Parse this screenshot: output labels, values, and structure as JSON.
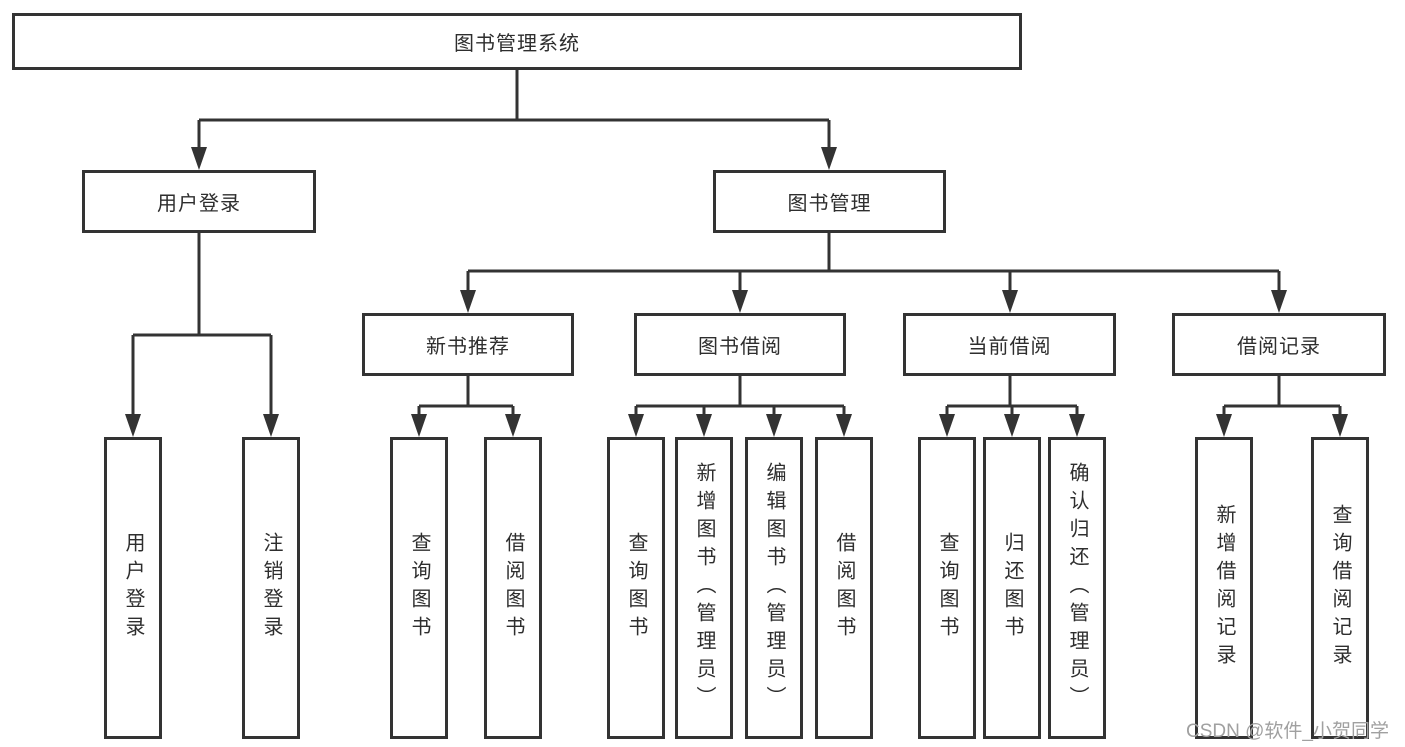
{
  "tree": {
    "label": "图书管理系统",
    "children": [
      {
        "label": "用户登录",
        "leaves": [
          "用户登录",
          "注销登录"
        ]
      },
      {
        "label": "图书管理",
        "children": [
          {
            "label": "新书推荐",
            "leaves": [
              "查询图书",
              "借阅图书"
            ]
          },
          {
            "label": "图书借阅",
            "leaves": [
              "查询图书",
              "新增图书（管理员）",
              "编辑图书（管理员）",
              "借阅图书"
            ]
          },
          {
            "label": "当前借阅",
            "leaves": [
              "查询图书",
              "归还图书",
              "确认归还（管理员）"
            ]
          },
          {
            "label": "借阅记录",
            "leaves": [
              "新增借阅记录",
              "查询借阅记录"
            ]
          }
        ]
      }
    ]
  },
  "watermark": "CSDN @软件_小贺同学",
  "colors": {
    "line": "#333333",
    "box_border": "#333333",
    "box_fill": "#ffffff",
    "text": "#2e2e2e",
    "watermark": "#a0a0a0",
    "background": "#ffffff"
  }
}
